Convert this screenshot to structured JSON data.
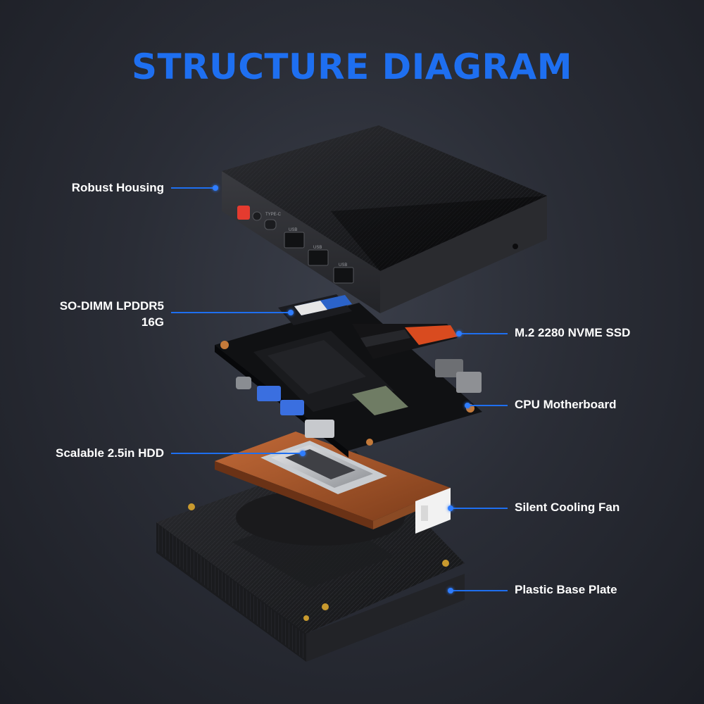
{
  "title": "STRUCTURE DIAGRAM",
  "accent_color": "#1e6ff0",
  "callouts": {
    "robust_housing": "Robust Housing",
    "so_dimm_line1": "SO-DIMM LPDDR5",
    "so_dimm_line2": "16G",
    "ssd": "M.2 2280 NVME SSD",
    "motherboard": "CPU Motherboard",
    "hdd": "Scalable 2.5in HDD",
    "fan": "Silent Cooling Fan",
    "base_plate": "Plastic Base Plate"
  },
  "housing_port_labels": {
    "type_c": "TYPE-C",
    "usb": "USB"
  }
}
